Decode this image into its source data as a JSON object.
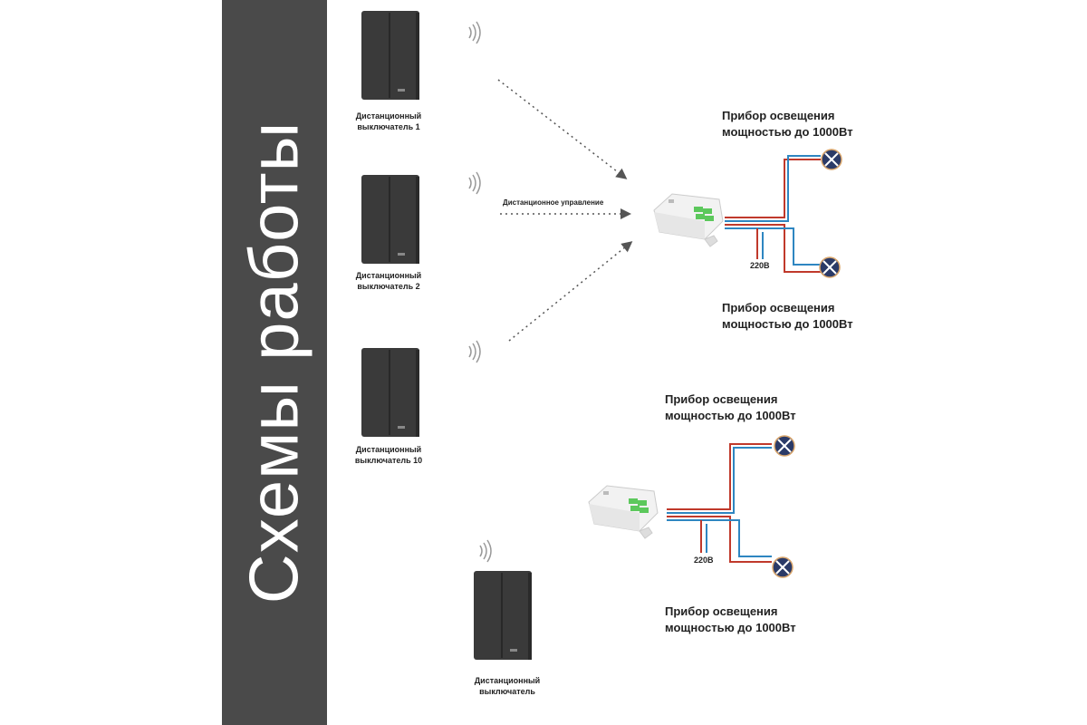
{
  "sidebar": {
    "title": "Схемы работы"
  },
  "scheme1": {
    "switch_labels": [
      [
        "Дистанционный",
        "выключатель 1"
      ],
      [
        "Дистанционный",
        "выключатель 2"
      ],
      [
        "Дистанционный",
        "выключатель 10"
      ]
    ],
    "remote_control_label": "Дистанционное управление",
    "lamp_top_label": [
      "Прибор освещения",
      "мощностью до 1000Вт"
    ],
    "lamp_bottom_label": [
      "Прибор освещения",
      "мощностью до 1000Вт"
    ],
    "voltage": "220В"
  },
  "scheme2": {
    "switch_label": [
      "Дистанционный",
      "выключатель"
    ],
    "lamp_top_label": [
      "Прибор освещения",
      "мощностью до 1000Вт"
    ],
    "lamp_bottom_label": [
      "Прибор освещения",
      "мощностью до 1000Вт"
    ],
    "voltage": "220В"
  },
  "colors": {
    "sidebar": "#4a4a4a",
    "wire_phase": "#c0392b",
    "wire_neutral": "#2e86c1",
    "lamp": "#2b3a67",
    "device_led": "#5cc85c",
    "switch": "#3a3a3a"
  }
}
